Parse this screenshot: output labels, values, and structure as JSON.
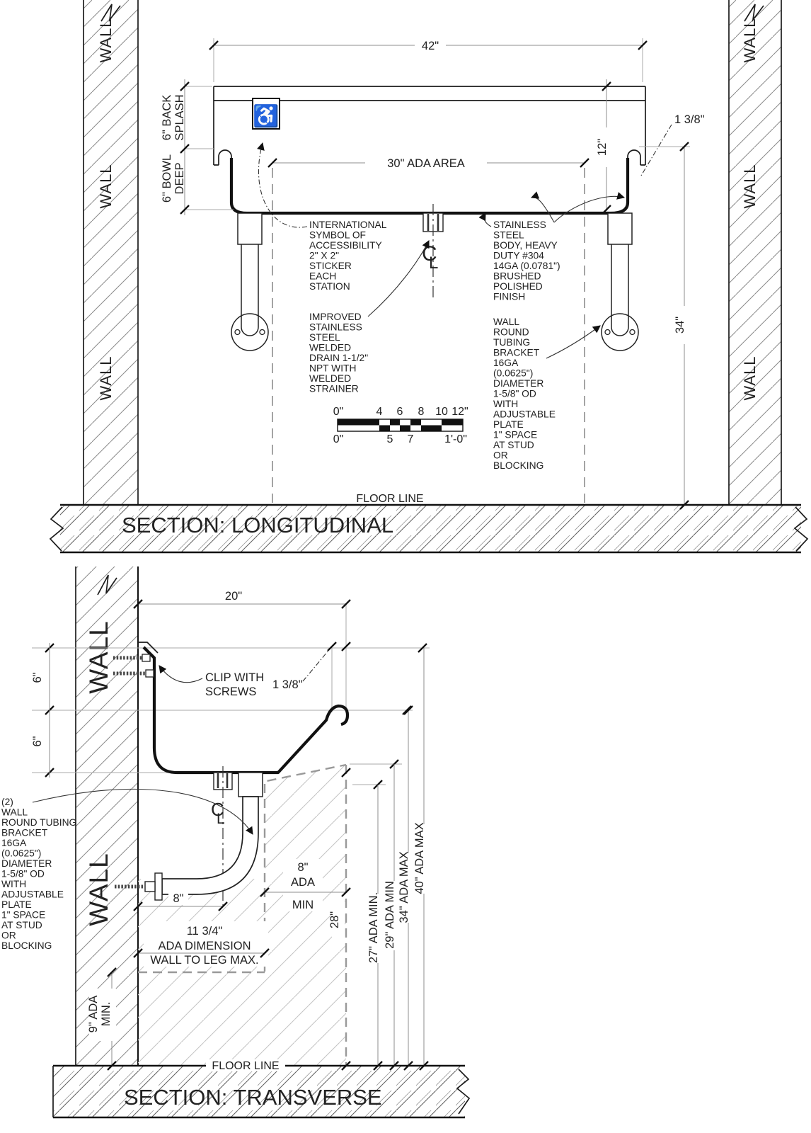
{
  "labels": {
    "wall": "WALL",
    "floor_line": "FLOOR LINE",
    "cl_c": "C",
    "cl_l": "L",
    "isa_glyph": "♿"
  },
  "longitudinal": {
    "title": "SECTION: LONGITUDINAL",
    "dims": {
      "overall_width": "42\"",
      "ada_area": "30\" ADA AREA",
      "rim_offset": "1 3/8\"",
      "apron_height": "12\"",
      "rim_to_floor": "34\"",
      "back_splash_l1": "6\" BACK",
      "back_splash_l2": "SPLASH",
      "bowl_deep_l1": "6\" BOWL",
      "bowl_deep_l2": "DEEP"
    },
    "notes": {
      "isa": [
        "INTERNATIONAL",
        "SYMBOL OF",
        "ACCESSIBILITY",
        "2\" X 2\"",
        "STICKER",
        "EACH",
        "STATION"
      ],
      "drain": [
        "IMPROVED",
        "STAINLESS",
        "STEEL",
        "WELDED",
        "DRAIN 1-1/2\"",
        "NPT WITH",
        "WELDED",
        "STRAINER"
      ],
      "body": [
        "STAINLESS",
        "STEEL",
        "BODY, HEAVY",
        "DUTY #304",
        "14GA (0.0781\")",
        "BRUSHED",
        "POLISHED",
        "FINISH"
      ],
      "bracket": [
        "WALL",
        "ROUND",
        "TUBING",
        "BRACKET",
        "16GA",
        "(0.0625\")",
        "DIAMETER",
        "1-5/8\" OD",
        "WITH",
        "ADJUSTABLE",
        "PLATE",
        "1\" SPACE",
        "AT STUD",
        "OR",
        "BLOCKING"
      ]
    },
    "scale": {
      "top": [
        "0\"",
        "4",
        "6",
        "8",
        "10",
        "12\""
      ],
      "bottom": [
        "0\"",
        "5",
        "7",
        "1'-0\""
      ]
    }
  },
  "transverse": {
    "title": "SECTION: TRANSVERSE",
    "dims": {
      "depth": "20\"",
      "six": "6\"",
      "rim_offset": "1 3/8\"",
      "wall_to_drain": "8\"",
      "wall_to_leg_l1": "11 3/4\"",
      "wall_to_leg_l2": "ADA DIMENSION",
      "wall_to_leg_l3": "WALL TO LEG MAX.",
      "toe_l1": "9\" ADA",
      "toe_l2": "MIN.",
      "knee_w_l1": "8\"",
      "knee_w_l2": "ADA",
      "knee_w_l3": "MIN",
      "knee_h": "28\"",
      "ada27": "27\" ADA MIN.",
      "ada29": "29\" ADA MIN",
      "ada34": "34\" ADA MAX",
      "ada40": "40\" ADA MAX"
    },
    "notes": {
      "clip_l1": "CLIP WITH",
      "clip_l2": "SCREWS",
      "bracket": [
        "(2)",
        "WALL",
        "ROUND TUBING",
        "BRACKET",
        "16GA",
        "(0.0625\")",
        "DIAMETER",
        "1-5/8\" OD",
        "WITH",
        "ADJUSTABLE",
        "PLATE",
        "1\" SPACE",
        "AT STUD",
        "OR",
        "BLOCKING"
      ]
    }
  }
}
